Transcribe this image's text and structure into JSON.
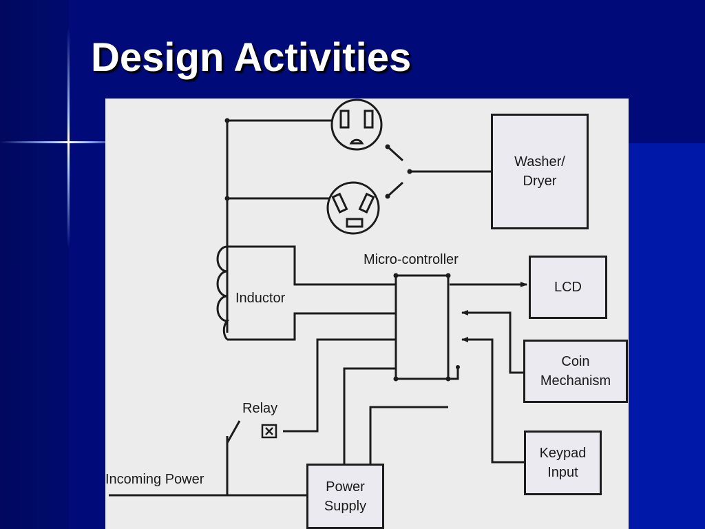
{
  "slide": {
    "title": "Design Activities"
  },
  "diagram": {
    "blocks": {
      "washer_dryer": "Washer/\nDryer",
      "lcd": "LCD",
      "coin_mechanism": "Coin\nMechanism",
      "keypad_input": "Keypad\nInput",
      "power_supply": "Power\nSupply"
    },
    "labels": {
      "micro_controller": "Micro-controller",
      "inductor": "Inductor",
      "relay": "Relay",
      "incoming_power": "Incoming Power"
    }
  },
  "colors": {
    "background": "#000a78",
    "accent_band": "#0018a8",
    "title": "#ffffff",
    "diagram_background": "#ececec",
    "wire": "#1c1c1c"
  }
}
